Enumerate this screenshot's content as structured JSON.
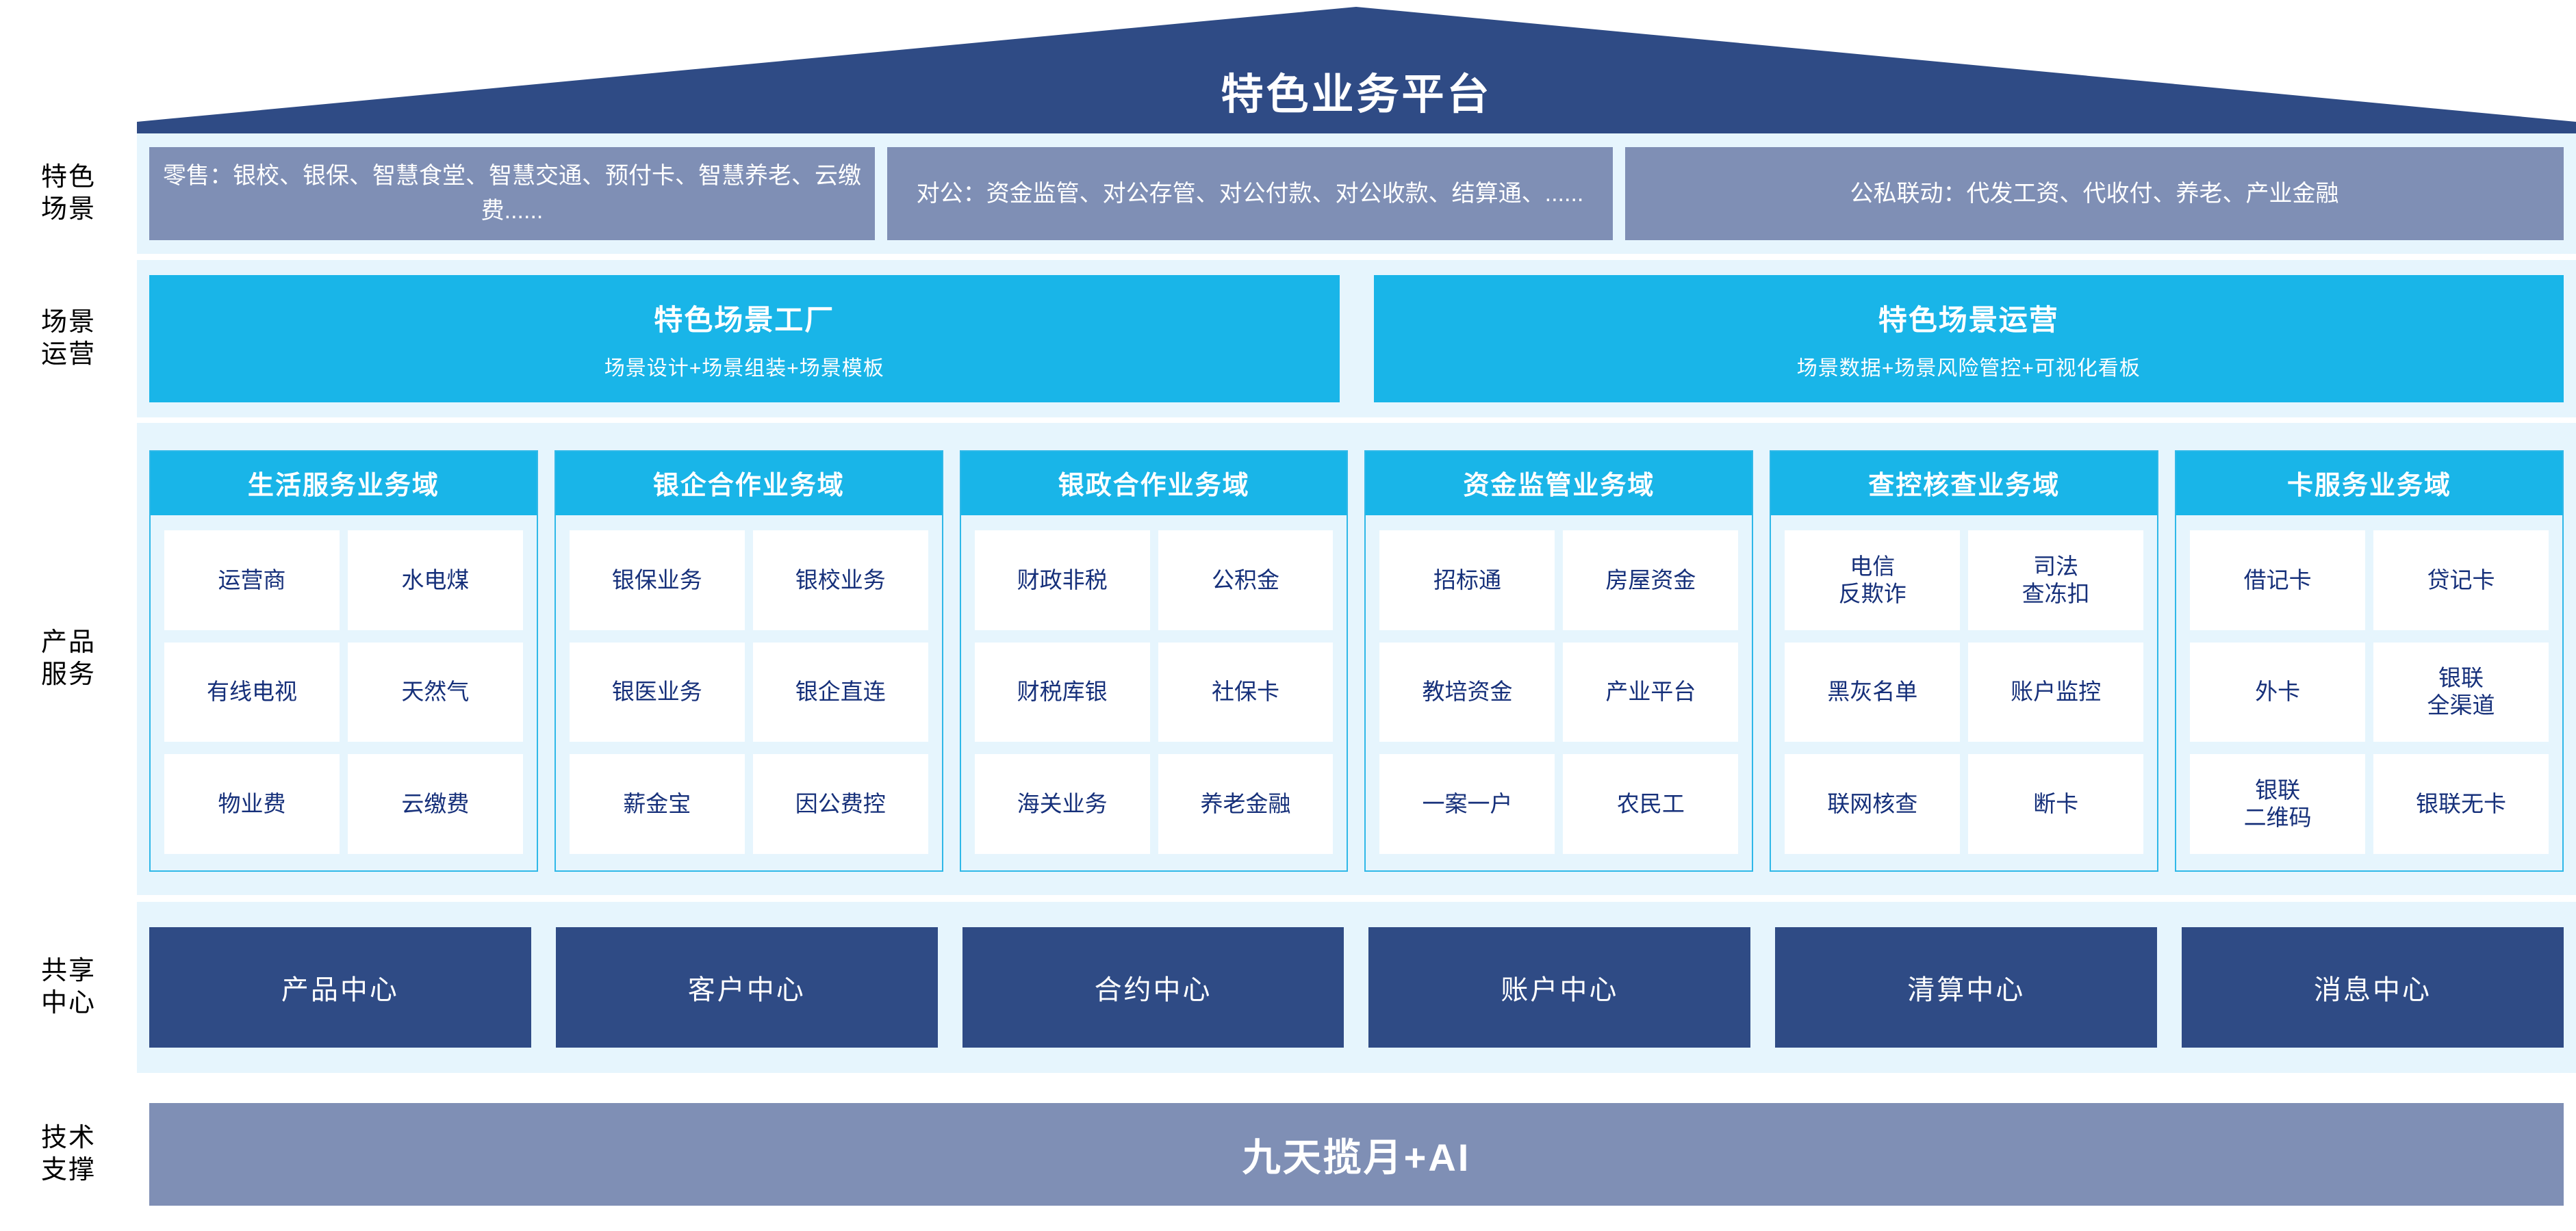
{
  "header": {
    "title": "特色业务平台",
    "roof_color": "#2f4b85"
  },
  "rows": {
    "scenes": {
      "label_line1": "特色",
      "label_line2": "场景",
      "box_color": "#7f8fb5",
      "items": [
        "零售：银校、银保、智慧食堂、智慧交通、预付卡、智慧养老、云缴费......",
        "对公：资金监管、对公存管、对公付款、对公收款、结算通、......",
        "公私联动：代发工资、代收付、养老、产业金融"
      ]
    },
    "operations": {
      "label_line1": "场景",
      "label_line2": "运营",
      "box_color": "#19b5e8",
      "items": [
        {
          "title": "特色场景工厂",
          "subtitle": "场景设计+场景组装+场景模板"
        },
        {
          "title": "特色场景运营",
          "subtitle": "场景数据+场景风险管控+可视化看板"
        }
      ]
    },
    "products": {
      "label_line1": "产品",
      "label_line2": "服务",
      "header_color": "#19b5e8",
      "border_color": "#2fb8e8",
      "cell_text_color": "#16307a",
      "columns": [
        {
          "title": "生活服务业务域",
          "cells": [
            "运营商",
            "水电煤",
            "有线电视",
            "天然气",
            "物业费",
            "云缴费"
          ]
        },
        {
          "title": "银企合作业务域",
          "cells": [
            "银保业务",
            "银校业务",
            "银医业务",
            "银企直连",
            "薪金宝",
            "因公费控"
          ]
        },
        {
          "title": "银政合作业务域",
          "cells": [
            "财政非税",
            "公积金",
            "财税库银",
            "社保卡",
            "海关业务",
            "养老金融"
          ]
        },
        {
          "title": "资金监管业务域",
          "cells": [
            "招标通",
            "房屋资金",
            "教培资金",
            "产业平台",
            "一案一户",
            "农民工"
          ]
        },
        {
          "title": "查控核查业务域",
          "cells": [
            "电信\n反欺诈",
            "司法\n查冻扣",
            "黑灰名单",
            "账户监控",
            "联网核查",
            "断卡"
          ]
        },
        {
          "title": "卡服务业务域",
          "cells": [
            "借记卡",
            "贷记卡",
            "外卡",
            "银联\n全渠道",
            "银联\n二维码",
            "银联无卡"
          ]
        }
      ]
    },
    "shared": {
      "label_line1": "共享",
      "label_line2": "中心",
      "box_color": "#2f4b85",
      "items": [
        "产品中心",
        "客户中心",
        "合约中心",
        "账户中心",
        "清算中心",
        "消息中心"
      ]
    },
    "tech": {
      "label_line1": "技术",
      "label_line2": "支撑",
      "bar_color": "#7f8fb5",
      "text": "九天揽月+AI"
    }
  },
  "palette": {
    "panel_bg": "#e6f5fd",
    "cell_bg": "#ffffff",
    "navy": "#2f4b85",
    "slate": "#7f8fb5",
    "cyan": "#19b5e8"
  }
}
